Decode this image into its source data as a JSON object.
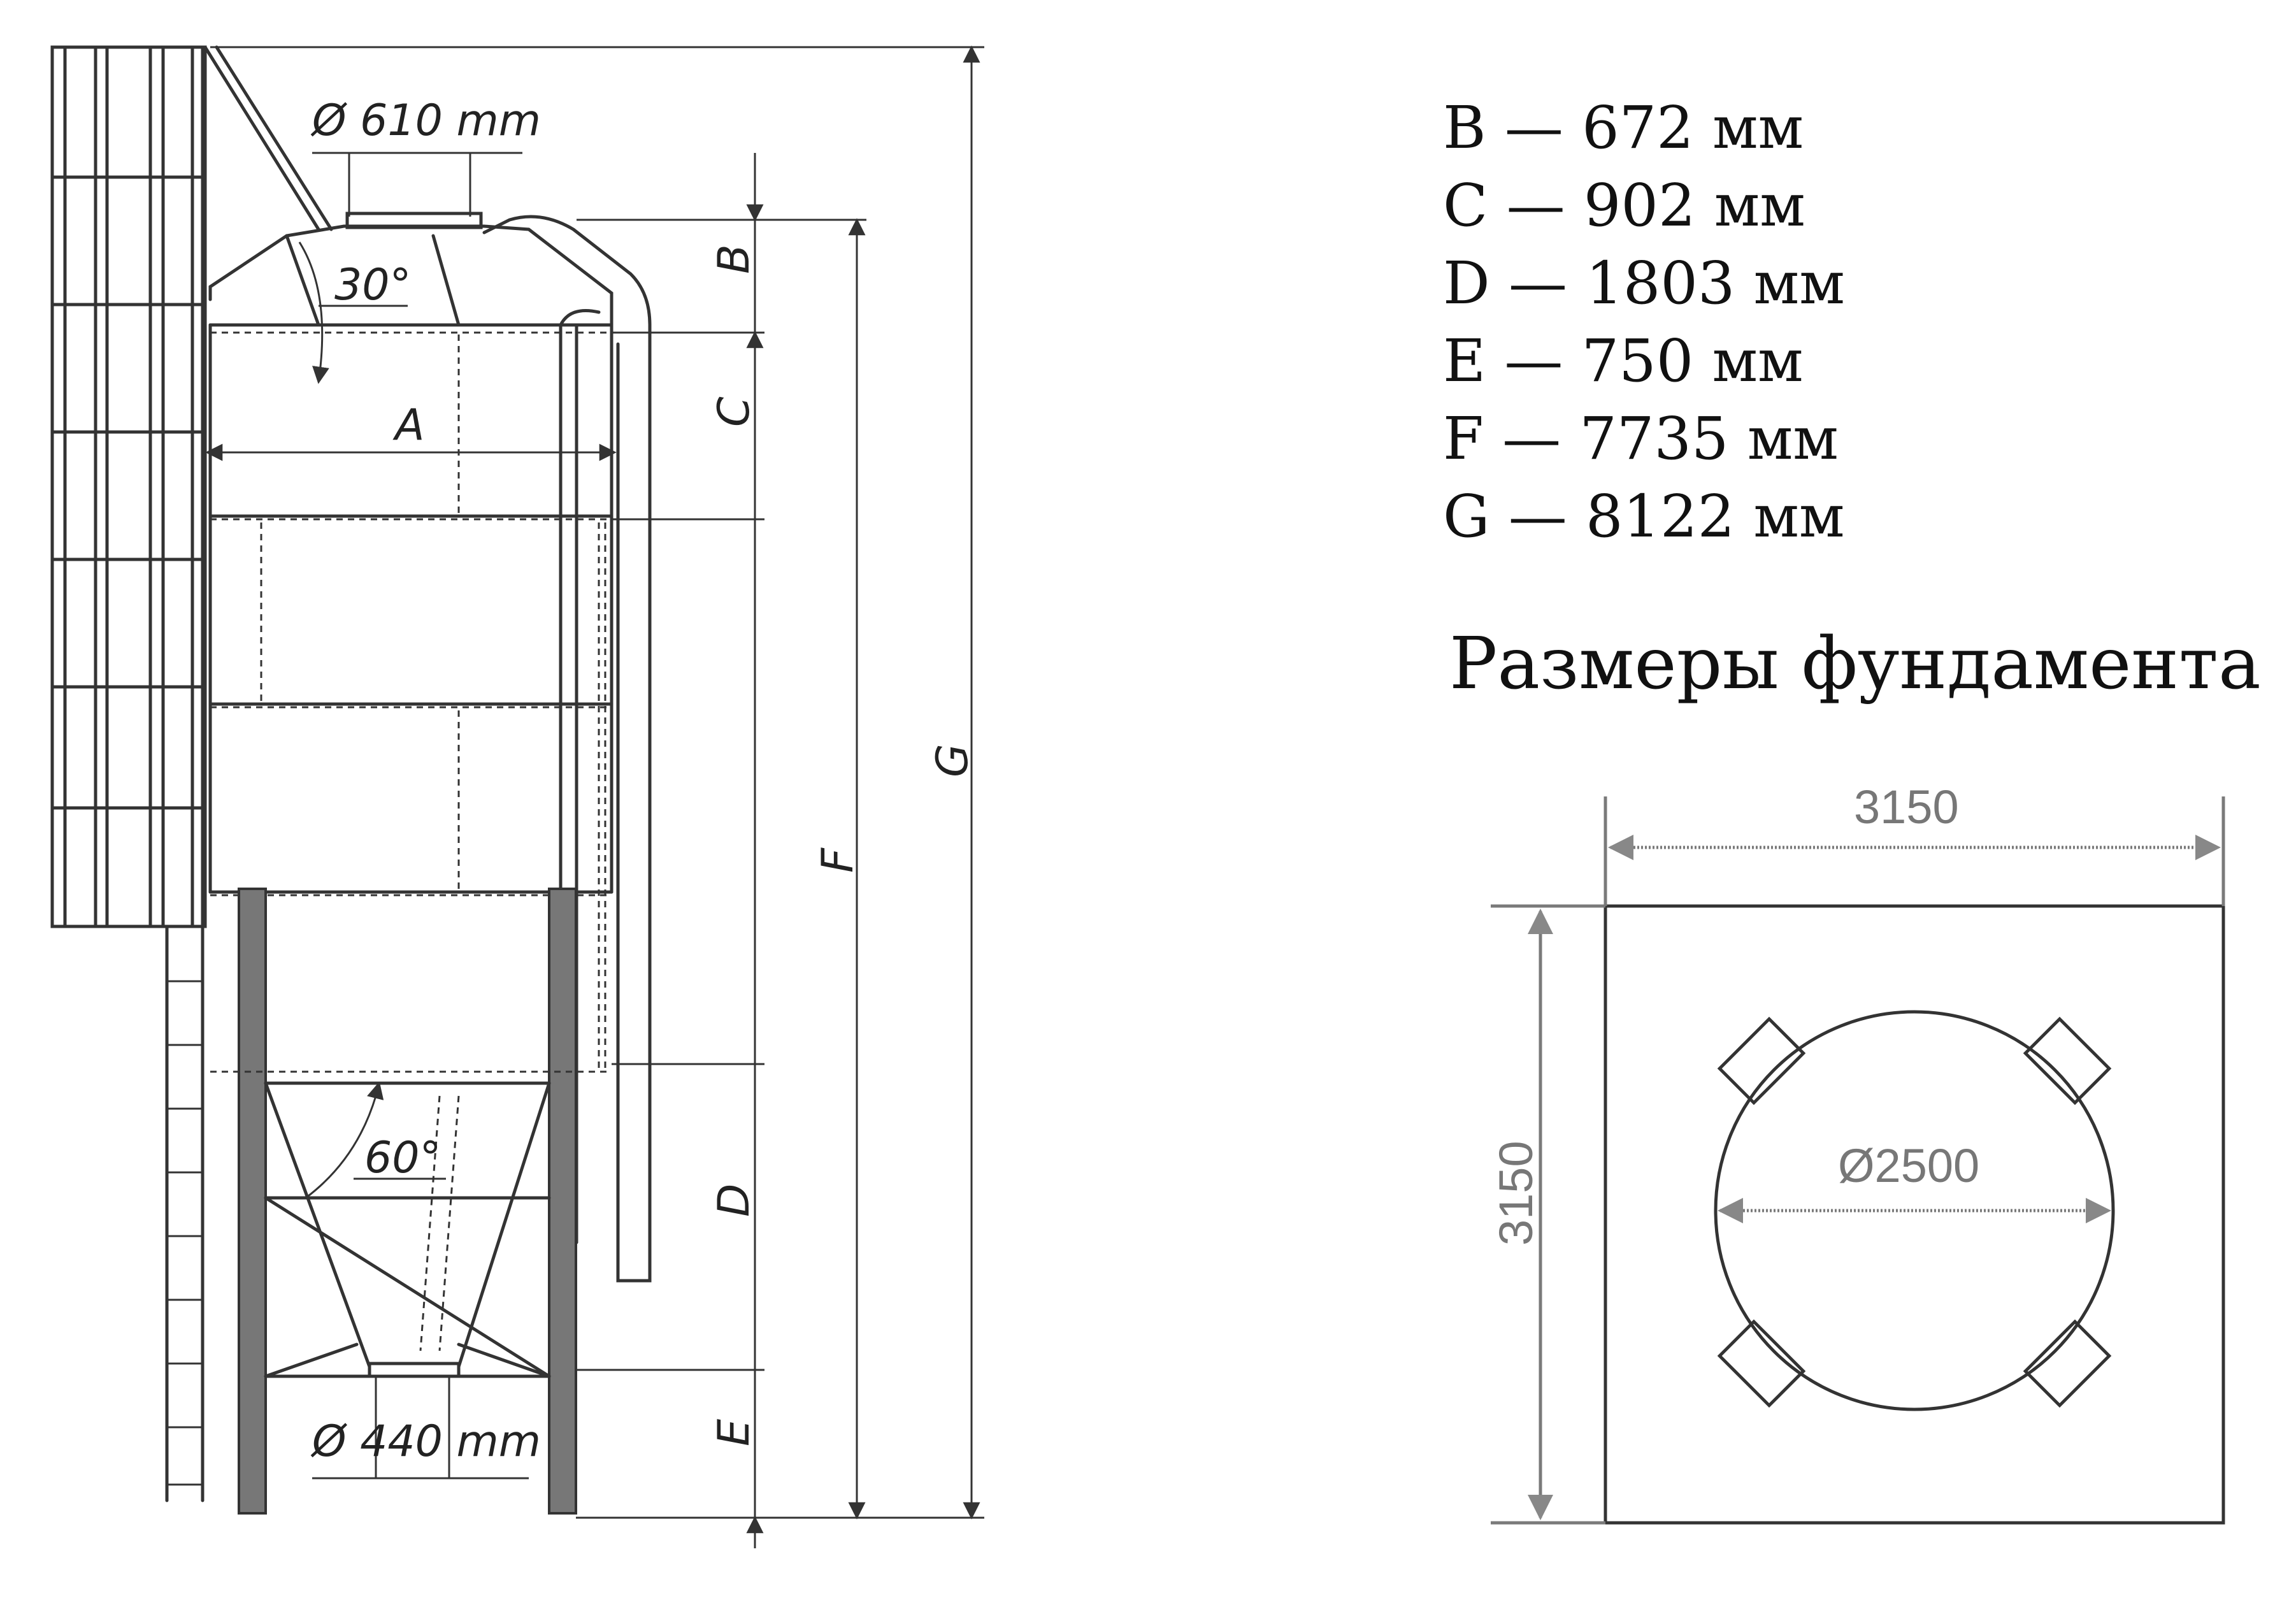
{
  "silo": {
    "top_diameter": "Ø 610 mm",
    "roof_angle": "30°",
    "cone_angle": "60°",
    "bottom_diameter": "Ø 440 mm",
    "labels": {
      "A": "A",
      "B": "B",
      "C": "C",
      "D": "D",
      "E": "E",
      "F": "F",
      "G": "G"
    }
  },
  "legend": [
    {
      "letter": "B",
      "text": "B — 672  мм"
    },
    {
      "letter": "C",
      "text": "C — 902  мм"
    },
    {
      "letter": "D",
      "text": "D — 1803  мм"
    },
    {
      "letter": "E",
      "text": "E — 750  мм"
    },
    {
      "letter": "F",
      "text": "F — 7735  мм"
    },
    {
      "letter": "G",
      "text": "G — 8122  мм"
    }
  ],
  "foundation": {
    "title": "Размеры фундамента",
    "width": "3150",
    "height": "3150",
    "circle_diameter": "Ø2500"
  },
  "colors": {
    "line": "#333333",
    "dimension_gray": "#7a7a7a"
  }
}
